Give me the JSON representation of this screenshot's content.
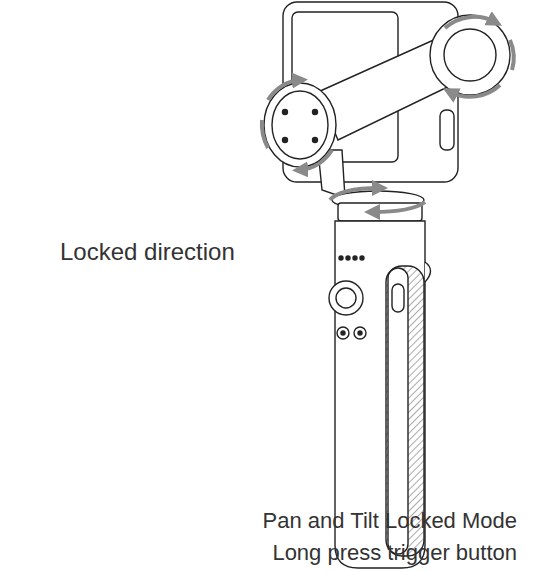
{
  "diagram": {
    "labels": [
      "Locked direction",
      "Pan and Tilt Locked Mode",
      "Long press trigger button"
    ]
  }
}
